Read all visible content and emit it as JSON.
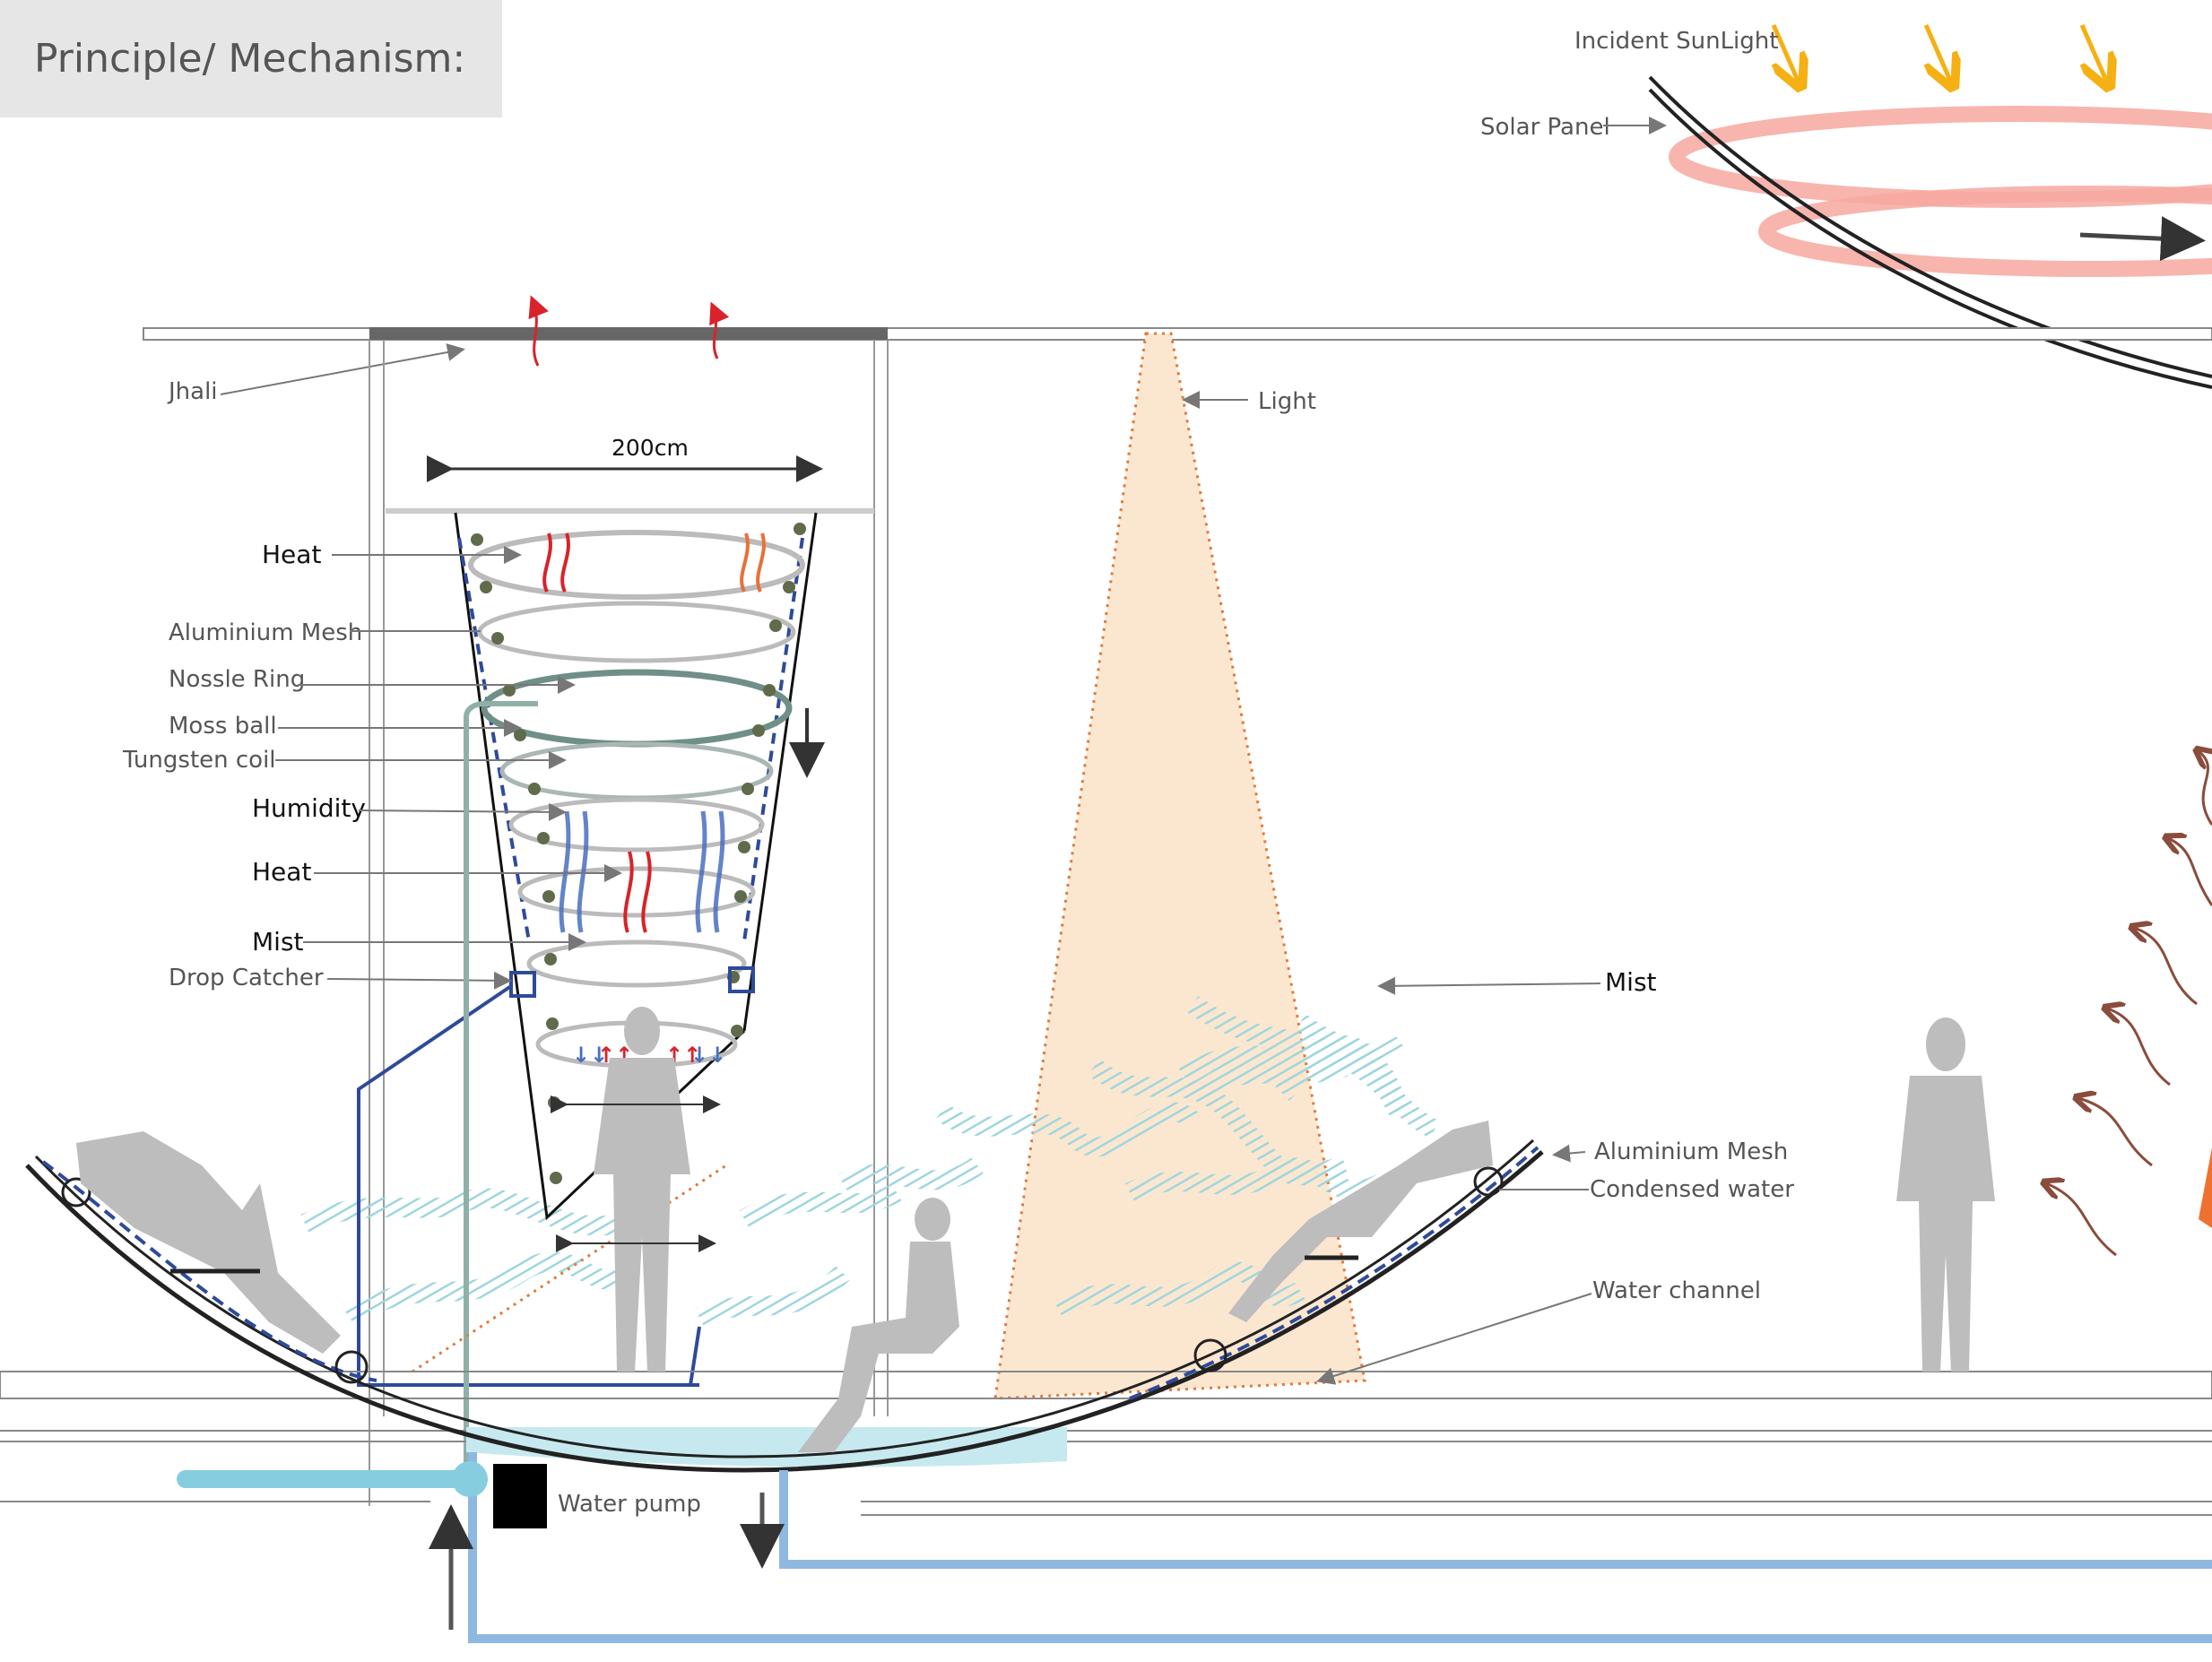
{
  "title": "Principle/ Mechanism:",
  "colors": {
    "title_bg": "#e6e6e6",
    "text_grey": "#555555",
    "sunlight": "#f5b014",
    "solar_ring": "#f6a8a0",
    "mist": "#9fd6dd",
    "heat": "#d8232a",
    "humidity": "#4a6fc0",
    "light_cone": "#fbe7d0",
    "light_outline": "#e07a3c",
    "water_pipe": "#8fb8e0",
    "water_pool": "#c6e9ef",
    "pump": "#000000",
    "hot_air": "#8a4c3c"
  },
  "labels": {
    "incident_sunlight": "Incident SunLight",
    "solar_panel": "Solar Panel",
    "jhali": "Jhali",
    "light": "Light",
    "dimension": "200cm",
    "heat_top": "Heat",
    "aluminium_mesh_left": "Aluminium Mesh",
    "nossle_ring": "Nossle Ring",
    "moss_ball": "Moss ball",
    "tungsten_coil": "Tungsten coil",
    "humidity": "Humidity",
    "heat_mid": "Heat",
    "mist_left": "Mist",
    "drop_catcher": "Drop Catcher",
    "mist_right": "Mist",
    "aluminium_mesh_right": "Aluminium Mesh",
    "condensed_water": "Condensed water",
    "water_channel": "Water channel",
    "water_pump": "Water pump"
  },
  "icons": [
    "sun-ray-arrow-icon",
    "human-figure-icon",
    "water-pump-icon",
    "heat-wave-icon",
    "mist-wave-icon"
  ]
}
